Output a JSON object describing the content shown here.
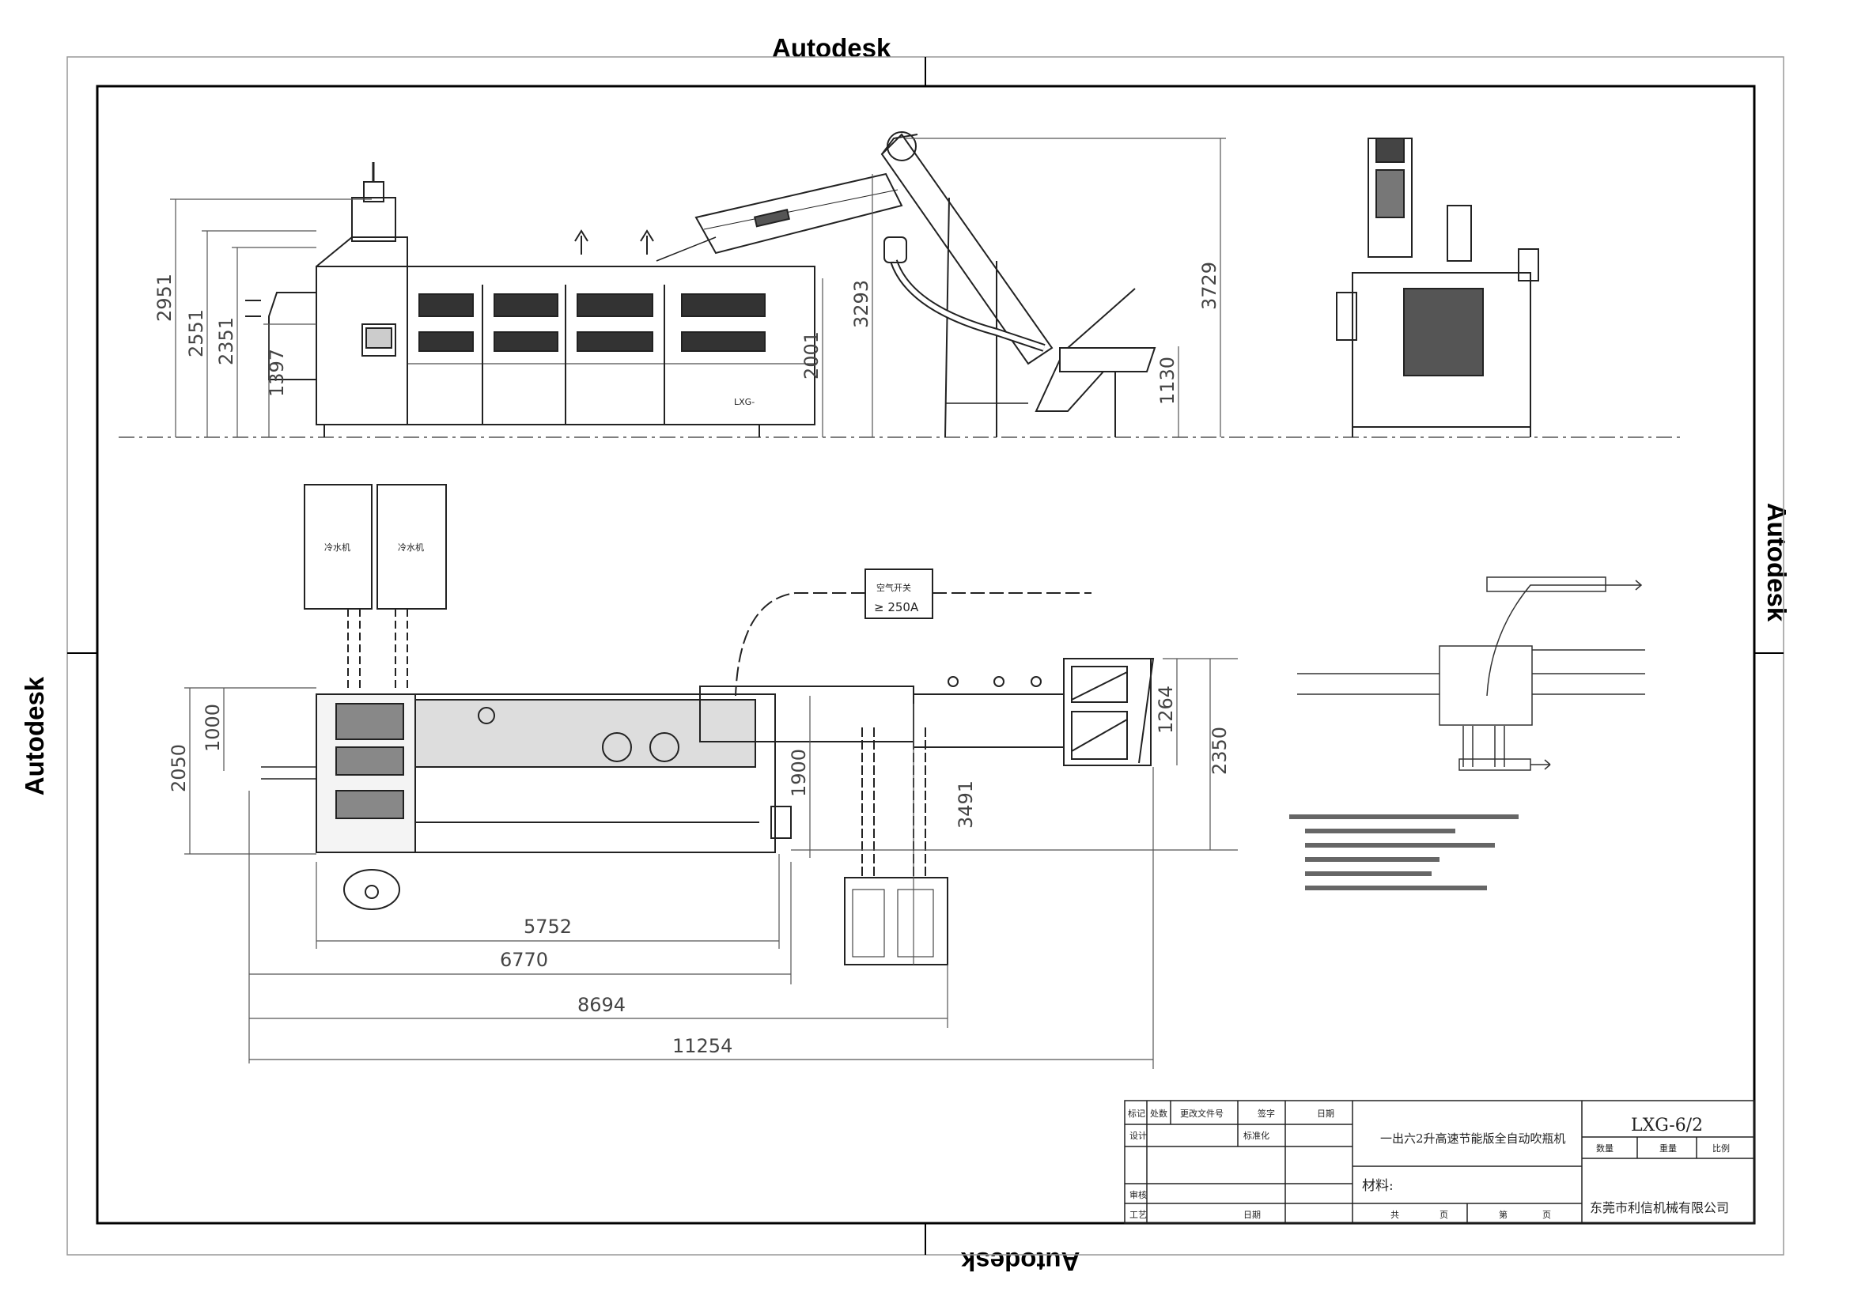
{
  "watermarks": {
    "top": "Autodesk",
    "bottom": "Autodesk",
    "left": "Autodesk",
    "right": "Autodesk"
  },
  "side_view_dims": {
    "d1": "2951",
    "d2": "2551",
    "d3": "2351",
    "d4": "1397",
    "d5": "3293",
    "d6": "2001",
    "d7": "1130",
    "d8": "3729"
  },
  "plan_view_dims": {
    "p1": "2050",
    "p2": "1000",
    "p3": "1900",
    "p4": "3491",
    "p5": "1264",
    "p6": "2350"
  },
  "plan_horizontal_dims": {
    "h1": "5752",
    "h2": "6770",
    "h3": "8694",
    "h4": "11254"
  },
  "air_box": {
    "label": "空气开关",
    "rating": "≥ 250A"
  },
  "chiller_boxes": {
    "left": "冷水机",
    "right": "冷水机"
  },
  "machine_plate": {
    "label": "LXG-"
  },
  "title_block": {
    "model": "LXG-6/2",
    "drawing_title": "一出六2升高速节能版全自动吹瓶机",
    "material_label": "材料:",
    "company": "东莞市利信机械有限公司",
    "headers": [
      "标记",
      "处数",
      "更改文件号",
      "签字",
      "日期"
    ],
    "row_design": "设计",
    "row_standard": "标准化",
    "row_review": "审核",
    "row_process": "工艺",
    "row_approve": "日期",
    "weight_labels": [
      "数量",
      "重量",
      "比例"
    ],
    "sheet_labels": [
      "共",
      "页",
      "第",
      "页"
    ]
  }
}
